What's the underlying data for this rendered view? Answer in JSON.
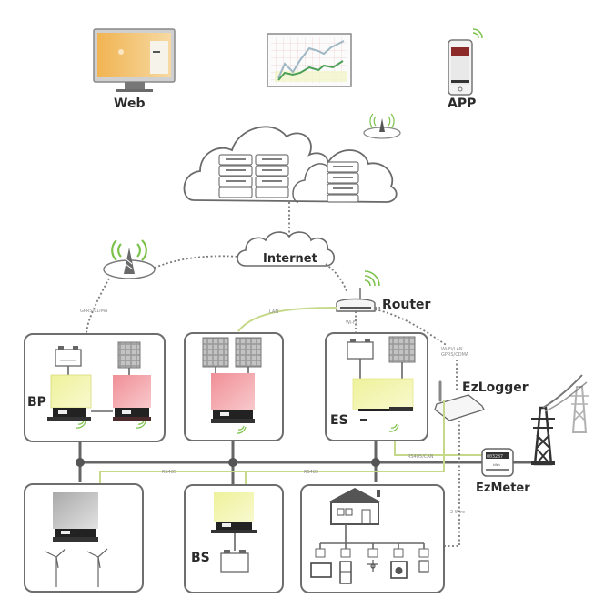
{
  "title": "Solar monitoring system architecture",
  "colors": {
    "yellow_inverter": "#f2f4a4",
    "red_inverter": "#f4a9ae",
    "grey_inverter": "#c8c8c8",
    "comm_line": "#c6d98a",
    "wifi_signal": "#7cc24a",
    "outline": "#6e6e6e"
  },
  "monitoring": {
    "web_label": "Web",
    "app_label": "APP"
  },
  "cloud": {
    "internet_label": "Internet"
  },
  "network": {
    "router_label": "Router",
    "ezlogger_label": "EzLogger",
    "ezmeter_label": "EzMeter",
    "meter_display": "003287",
    "meter_unit": "kWh"
  },
  "systems": {
    "bp_label": "BP",
    "es_label": "ES",
    "bs_label": "BS"
  },
  "link_labels": {
    "gprs": "GPRS/CDMA",
    "lan": "LAN",
    "wifi": "Wi-Fi",
    "ezlogger_link_1": "Wi-Fi/LAN",
    "ezlogger_link_2": "GPRS/CDMA",
    "rs485_a": "RS485",
    "rs485_b": "RS485",
    "rs485_can": "RS485/CAN",
    "two_wire": "2-Wire"
  }
}
